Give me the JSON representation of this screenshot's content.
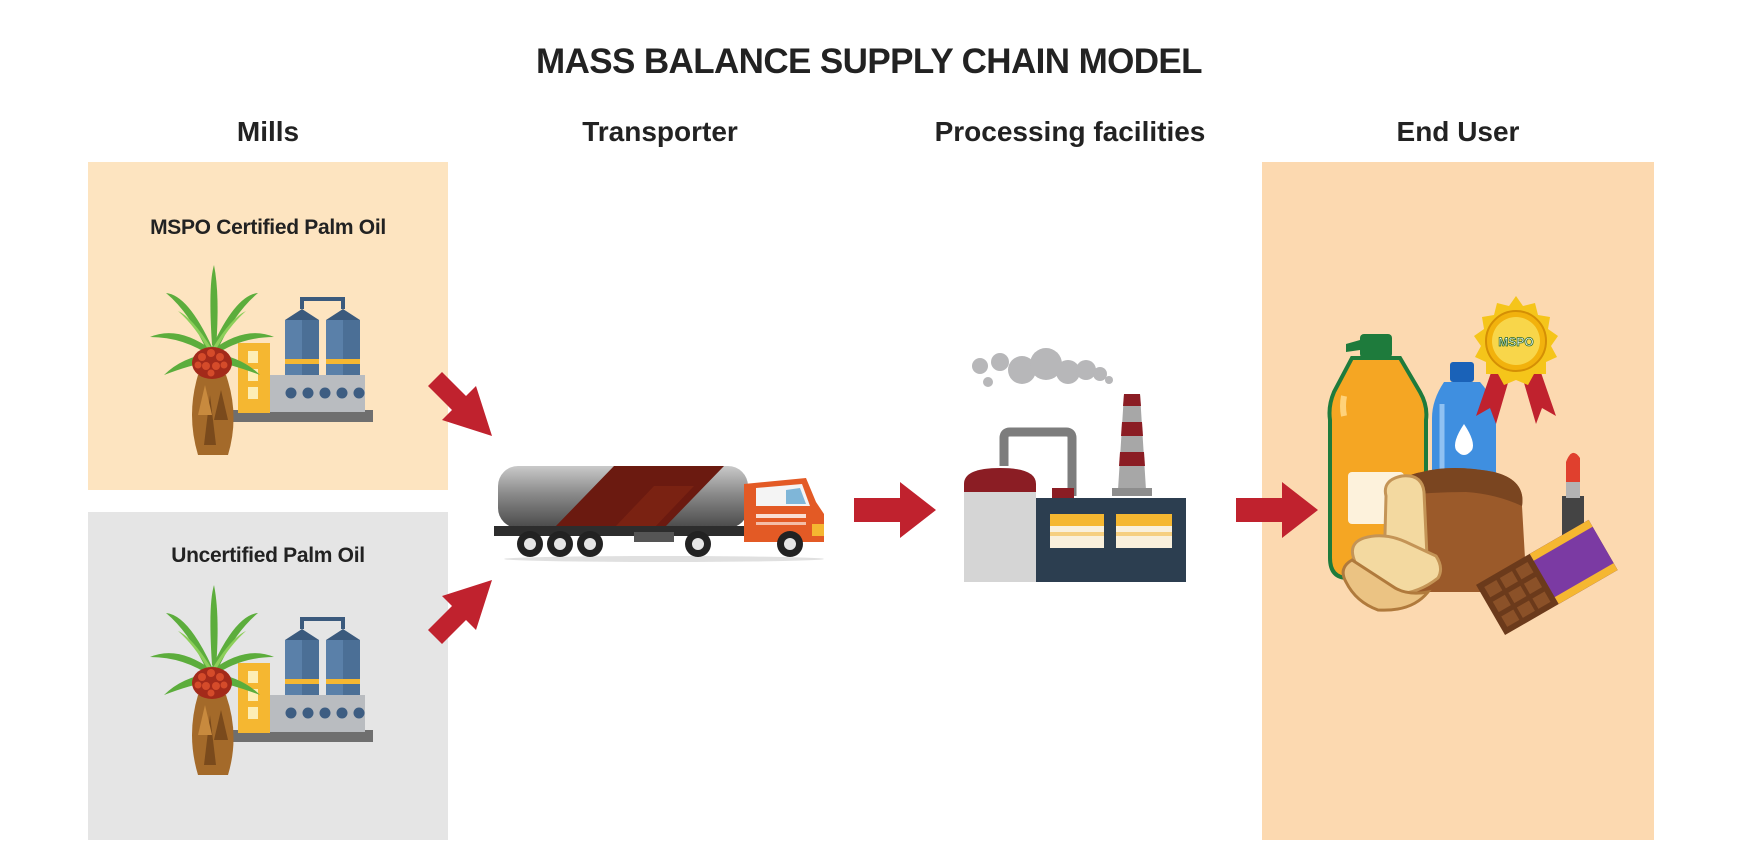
{
  "title": "MASS BALANCE SUPPLY CHAIN MODEL",
  "columns": {
    "mills": "Mills",
    "transporter": "Transporter",
    "processing": "Processing facilities",
    "end_user": "End User"
  },
  "mills": {
    "certified_label": "MSPO Certified Palm Oil",
    "uncertified_label": "Uncertified Palm Oil"
  },
  "badge": {
    "text": "MSPO"
  },
  "colors": {
    "certified_bg": "#fde4c0",
    "uncertified_bg": "#e5e5e5",
    "end_user_bg": "#fcd9b0",
    "arrow": "#c0222e",
    "title_text": "#222222"
  }
}
